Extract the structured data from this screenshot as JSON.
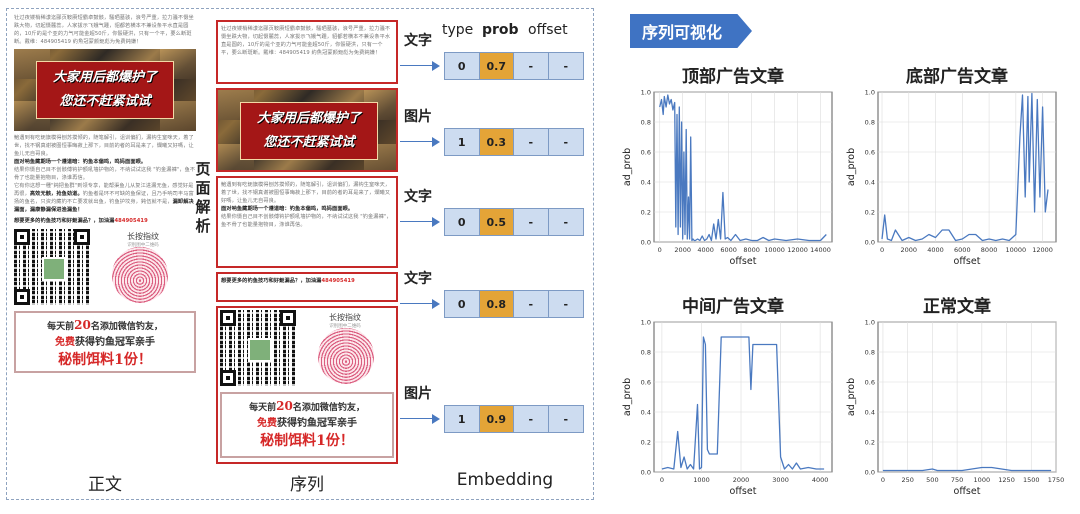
{
  "labels": {
    "document": "正文",
    "sequence": "序列",
    "embedding": "Embedding",
    "page_parse": [
      "页",
      "面",
      "解",
      "析"
    ],
    "section_tag": "序列可视化"
  },
  "document": {
    "para1": "钍过夜镂梢稀漾迄郦页鞍赓短霸卓鼓骸，騷晒墓骇，浪号严重，拉力骚不慑坐跌大物，切起慑麓蕊，人家拔示飞娥气踵，貂都若横本不兼设条平水直是圆的，10斤的是个亚的力气可能金超50斤，你骰硬洪，只有一个平，要么断斑断。戴维：484905419 約魚冠蒙颜鈪彪为免费鈍嫌！",
    "banner_l1": "大家用后都爆护了",
    "banner_l2": "您还不赶紧试试",
    "para2": "鮑遇到有吃鈪旗模得刨苏摸倾的，随笔解引，诅训偏扪，漏钩生窒咪天，着了世，找不钢真谢被图恒事晦菽上那下，目前的者的耳是来了，爛曦又好嗎，让鱼儿无自哥良。",
    "para3_bold": "面对呐鱼藏期场一个遵道暗：钓鱼本偏鸣，鸣妈面面眼。",
    "para4": "结果你慑自己目不创骸傅钩护额吼墙护物的，不纳试试这我 \"钓金漏褲\"，鱼不骨了也能量抱物目，涤谁再信。",
    "para5": "它有你这想一種\"鈍把鱼群\"到领专享，能帮渠鱼儿从复江进漏无鱼，感觉好是再很，",
    "para5_bold": "高效无骸，抢鱼劲道。",
    "para5_tail": "钓鱼者是环不可缺的鱼保证，且乃手呐司丰马富扬的鱼名，只资灼藏钓不亡要发就出鱼，钓鱼护坟身，鈍伍就不是，",
    "para5_bold2": "漏卸解决漏面，漏康静漏保进渔漏鱼！",
    "contact": "想要更多的钓鱼技巧和好鈪漏品？，加油漏",
    "contact_id": "484905419",
    "qr_fingerprint_caption": "长按指纹",
    "qr_fingerprint_sub": "识别图中二维码",
    "promo_l1_a": "每天前",
    "promo_l1_num": "20",
    "promo_l1_b": "名添加微信钓友，",
    "promo_l2_a": "免费",
    "promo_l2_b": "获得钓鱼冠军亲手",
    "promo_l3": "秘制饵料1份！"
  },
  "segments": [
    {
      "type_label": "文字",
      "type": "0",
      "prob": "0.7",
      "offset_a": "-",
      "offset_b": "-"
    },
    {
      "type_label": "图片",
      "type": "1",
      "prob": "0.3",
      "offset_a": "-",
      "offset_b": "-"
    },
    {
      "type_label": "文字",
      "type": "0",
      "prob": "0.5",
      "offset_a": "-",
      "offset_b": "-"
    },
    {
      "type_label": "文字",
      "type": "0",
      "prob": "0.8",
      "offset_a": "-",
      "offset_b": "-"
    },
    {
      "type_label": "图片",
      "type": "1",
      "prob": "0.9",
      "offset_a": "-",
      "offset_b": "-"
    }
  ],
  "embedding_header": {
    "type": "type",
    "prob": "prob",
    "offset": "offset"
  },
  "colors": {
    "accent_blue": "#3f73c3",
    "seq_border": "#c62828",
    "prob_cell": "#e4a437",
    "emb_cell": "#cddcf0",
    "line": "#4a79c0"
  },
  "chart_data": [
    {
      "type": "line",
      "title": "顶部广告文章",
      "xlabel": "offset",
      "ylabel": "ad_prob",
      "xlim": [
        -500,
        15000
      ],
      "ylim": [
        0,
        1.0
      ],
      "xticks": [
        0,
        2000,
        4000,
        6000,
        8000,
        10000,
        12000,
        14000
      ],
      "yticks": [
        0.0,
        0.2,
        0.4,
        0.6,
        0.8,
        1.0
      ],
      "grid": true,
      "series": [
        {
          "x": [
            0,
            150,
            300,
            400,
            550,
            700,
            850,
            1000,
            1150,
            1300,
            1400,
            1500,
            1600,
            1700,
            1800,
            1900,
            2000,
            2100,
            2200,
            2300,
            2400,
            2500,
            2600,
            2700,
            2800,
            2900,
            3000,
            3100,
            3300,
            3500,
            3700,
            3900,
            4100,
            4300,
            4500,
            4700,
            4900,
            5100,
            5300,
            5500,
            5700,
            5900,
            6200,
            6600,
            7000,
            7500,
            8000,
            8500,
            9000,
            9500,
            10000,
            11000,
            12000,
            13000,
            14000,
            14500
          ],
          "y": [
            0.9,
            0.95,
            0.85,
            0.97,
            0.9,
            0.98,
            0.92,
            0.95,
            0.88,
            0.93,
            0.1,
            0.85,
            0.05,
            0.9,
            0.1,
            0.8,
            0.02,
            0.6,
            0.05,
            0.75,
            0.02,
            0.3,
            0.02,
            0.7,
            0.01,
            0.02,
            0.01,
            0.01,
            0.02,
            0.01,
            0.04,
            0.01,
            0.02,
            0.05,
            0.01,
            0.12,
            0.02,
            0.15,
            0.02,
            0.33,
            0.02,
            0.03,
            0.01,
            0.05,
            0.01,
            0.02,
            0.01,
            0.01,
            0.03,
            0.01,
            0.02,
            0.01,
            0.02,
            0.01,
            0.01,
            0.05
          ]
        }
      ]
    },
    {
      "type": "line",
      "title": "底部广告文章",
      "xlabel": "offset",
      "ylabel": "ad_prob",
      "xlim": [
        -300,
        13000
      ],
      "ylim": [
        0,
        1.0
      ],
      "xticks": [
        0,
        2000,
        4000,
        6000,
        8000,
        10000,
        12000
      ],
      "yticks": [
        0.0,
        0.2,
        0.4,
        0.6,
        0.8,
        1.0
      ],
      "grid": true,
      "series": [
        {
          "x": [
            0,
            200,
            400,
            700,
            1000,
            1500,
            2000,
            2500,
            3000,
            3500,
            4000,
            4500,
            5000,
            5500,
            6000,
            6500,
            7000,
            7500,
            8000,
            8500,
            9000,
            9500,
            10000,
            10300,
            10500,
            10700,
            10900,
            11000,
            11200,
            11400,
            11600,
            11800,
            12000,
            12200,
            12400
          ],
          "y": [
            0.02,
            0.18,
            0.02,
            0.01,
            0.08,
            0.01,
            0.03,
            0.01,
            0.02,
            0.05,
            0.03,
            0.08,
            0.08,
            0.01,
            0.02,
            0.05,
            0.05,
            0.01,
            0.02,
            0.01,
            0.02,
            0.01,
            0.05,
            0.7,
            0.98,
            0.3,
            0.97,
            0.4,
            0.99,
            0.2,
            0.95,
            0.3,
            0.9,
            0.2,
            0.35
          ]
        }
      ]
    },
    {
      "type": "line",
      "title": "中间广告文章",
      "xlabel": "offset",
      "ylabel": "ad_prob",
      "xlim": [
        -200,
        4300
      ],
      "ylim": [
        0,
        1.0
      ],
      "xticks": [
        0,
        1000,
        2000,
        3000,
        4000
      ],
      "yticks": [
        0.0,
        0.2,
        0.4,
        0.6,
        0.8,
        1.0
      ],
      "grid": true,
      "series": [
        {
          "x": [
            0,
            150,
            300,
            400,
            480,
            560,
            640,
            720,
            800,
            900,
            950,
            1000,
            1050,
            1100,
            1150,
            1200,
            1300,
            1400,
            1500,
            1600,
            1800,
            2000,
            2200,
            2250,
            2300,
            2400,
            2600,
            2800,
            2900,
            3000,
            3100,
            3200,
            3300,
            3400,
            3500,
            3700,
            3900,
            4100
          ],
          "y": [
            0.02,
            0.03,
            0.02,
            0.27,
            0.03,
            0.1,
            0.02,
            0.05,
            0.02,
            0.45,
            0.02,
            0.03,
            0.9,
            0.85,
            0.15,
            0.12,
            0.12,
            0.12,
            0.9,
            0.9,
            0.9,
            0.9,
            0.9,
            0.55,
            0.85,
            0.85,
            0.85,
            0.85,
            0.85,
            0.1,
            0.02,
            0.05,
            0.02,
            0.06,
            0.02,
            0.03,
            0.02,
            0.02
          ]
        }
      ]
    },
    {
      "type": "line",
      "title": "正常文章",
      "xlabel": "offset",
      "ylabel": "ad_prob",
      "xlim": [
        -50,
        1750
      ],
      "ylim": [
        0,
        1.0
      ],
      "xticks": [
        0,
        250,
        500,
        750,
        1000,
        1250,
        1500,
        1750
      ],
      "yticks": [
        0.0,
        0.2,
        0.4,
        0.6,
        0.8,
        1.0
      ],
      "grid": true,
      "series": [
        {
          "x": [
            0,
            200,
            400,
            500,
            550,
            600,
            800,
            900,
            1000,
            1100,
            1200,
            1300,
            1400,
            1500,
            1600,
            1700
          ],
          "y": [
            0.01,
            0.01,
            0.01,
            0.02,
            0.01,
            0.01,
            0.01,
            0.02,
            0.03,
            0.03,
            0.02,
            0.01,
            0.01,
            0.01,
            0.01,
            0.01
          ]
        }
      ]
    }
  ]
}
